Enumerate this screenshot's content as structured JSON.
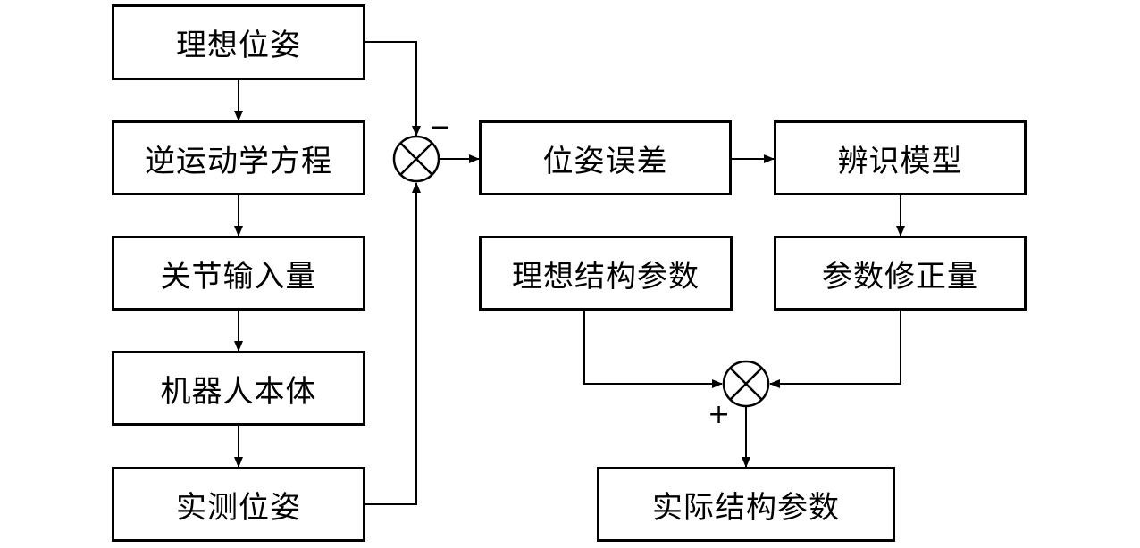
{
  "left_chain": {
    "ideal_pose": "理想位姿",
    "inverse_kinematics": "逆运动学方程",
    "joint_input": "关节输入量",
    "robot_body": "机器人本体",
    "measured_pose": "实测位姿"
  },
  "right_flow": {
    "pose_error": "位姿误差",
    "identification_model": "辨识模型",
    "ideal_structure_params": "理想结构参数",
    "param_correction": "参数修正量",
    "actual_structure_params": "实际结构参数"
  },
  "signs": {
    "minus": "−",
    "plus": "+"
  }
}
